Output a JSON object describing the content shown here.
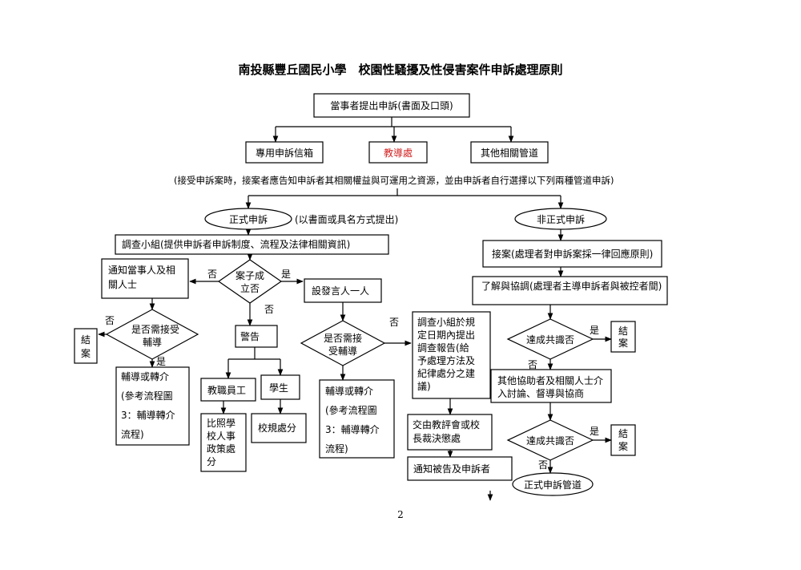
{
  "title": "南投縣豐丘國民小學　校園性騷擾及性侵害案件申訴處理原則",
  "page_number": "2",
  "colors": {
    "line": "#000000",
    "highlight": "#d22020",
    "background": "#ffffff"
  },
  "nodes": {
    "start": "當事者提出申訴(書面及口頭)",
    "channel_mailbox": "專用申訴信箱",
    "channel_office": "教導處",
    "channel_other": "其他相關管道",
    "note": "(接受申訴案時，接案者應告知申訴者其相關權益與可運用之資源，並由申訴者自行選擇以下列兩種管道申訴)",
    "formal": "正式申訴",
    "formal_note": "(以書面或具名方式提出)",
    "informal": "非正式申訴",
    "investigate": "調查小組(提供申訴者申訴制度、流程及法律相關資訊)",
    "notify_parties": [
      "通知當事人及相",
      "關人士"
    ],
    "case_valid": [
      "案子成",
      "立否"
    ],
    "spokesperson": "設發言人一人",
    "need_counsel_left": [
      "是否需接受",
      "輔導"
    ],
    "close_left": [
      "結",
      "案"
    ],
    "counsel_left": [
      "輔導或轉介",
      "(參考流程圖",
      "3：輔導轉介",
      "流程)"
    ],
    "warning": "警告",
    "staff": "教職員工",
    "student": "學生",
    "staff_rule": [
      "比照學",
      "校人事",
      "政策處",
      "分"
    ],
    "student_rule": "校規處分",
    "need_counsel_mid": [
      "是否需接",
      "受輔導"
    ],
    "counsel_mid": [
      "輔導或轉介",
      "(參考流程圖",
      "3：輔導轉介",
      "流程)"
    ],
    "report": [
      "調查小組於規",
      "定日期內提出",
      "調查報告(給",
      "予處理方法及",
      "紀律處分之建",
      "議)"
    ],
    "committee": [
      "交由教評會或校",
      "長裁決懲處"
    ],
    "notify_both": "通知被告及申訴者",
    "accept_case": "接案(處理者對申訴案採一律回應原則)",
    "understand": "了解與協調(處理者主導申訴者與被控者間)",
    "consensus_1": "達成共識否",
    "close_r1": [
      "結",
      "案"
    ],
    "others": [
      "其他協助者及相關人士介",
      "入討論、督導與協商"
    ],
    "consensus_2": "達成共識否",
    "close_r2": [
      "結",
      "案"
    ],
    "formal_channel": "正式申訴管道"
  },
  "edge_labels": {
    "no": "否",
    "yes": "是"
  }
}
